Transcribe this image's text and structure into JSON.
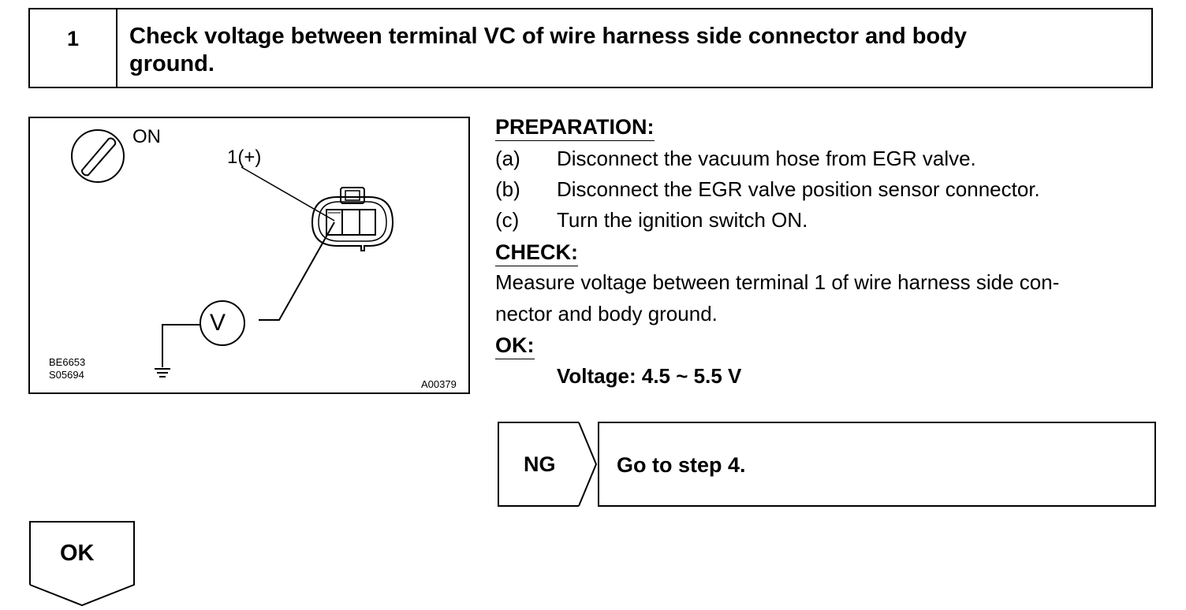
{
  "step": {
    "number": "1",
    "title_line1": "Check voltage between terminal VC of wire harness side connector and body",
    "title_line2": "ground."
  },
  "figure": {
    "switch_label": "ON",
    "terminal_label": "1(+)",
    "meter_symbol": "V",
    "ref_code_1": "BE6653",
    "ref_code_2": "S05694",
    "figure_id": "A00379"
  },
  "preparation": {
    "heading": "PREPARATION:",
    "steps": [
      {
        "letter": "(a)",
        "text": "Disconnect the vacuum hose from EGR valve."
      },
      {
        "letter": "(b)",
        "text": "Disconnect the EGR valve position sensor connector."
      },
      {
        "letter": "(c)",
        "text": "Turn the ignition switch ON."
      }
    ]
  },
  "check": {
    "heading": "CHECK:",
    "line1": "Measure voltage between terminal 1 of wire harness side con-",
    "line2": "nector and body ground."
  },
  "ok_spec": {
    "heading": "OK:",
    "value": "Voltage:  4.5 ~ 5.5 V"
  },
  "ng_result": {
    "label": "NG",
    "action": "Go to step 4."
  },
  "ok_result": {
    "label": "OK"
  }
}
